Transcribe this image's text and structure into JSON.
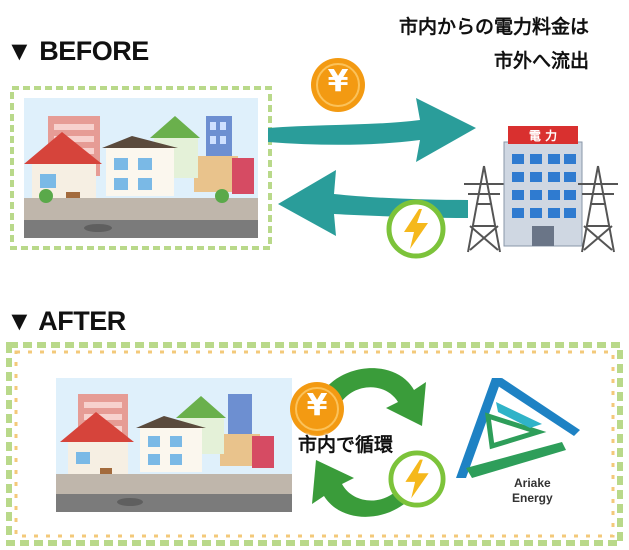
{
  "before": {
    "label": "▼ BEFORE"
  },
  "after": {
    "label": "▼ AFTER"
  },
  "outflow_note": {
    "line1": "市内からの電力料金は",
    "line2": "市外へ流出"
  },
  "power_company_sign": "電 力",
  "yen_symbol": "¥",
  "cycle_text": "市内で循環",
  "brand": {
    "line1": "Ariake",
    "line2": "Energy"
  },
  "colors": {
    "teal_arrow": "#2a9d9a",
    "green_arrow": "#3a9c3a",
    "coin_orange": "#f39a12",
    "lightning_ring": "#7cc33a",
    "brand_blue": "#1e82c4",
    "brand_green": "#2e9e5a"
  },
  "icons": [
    "yen-coin-icon",
    "lightning-icon",
    "power-company-building-icon",
    "transmission-tower-icon",
    "town-houses-icon",
    "ariake-energy-logo-icon"
  ]
}
